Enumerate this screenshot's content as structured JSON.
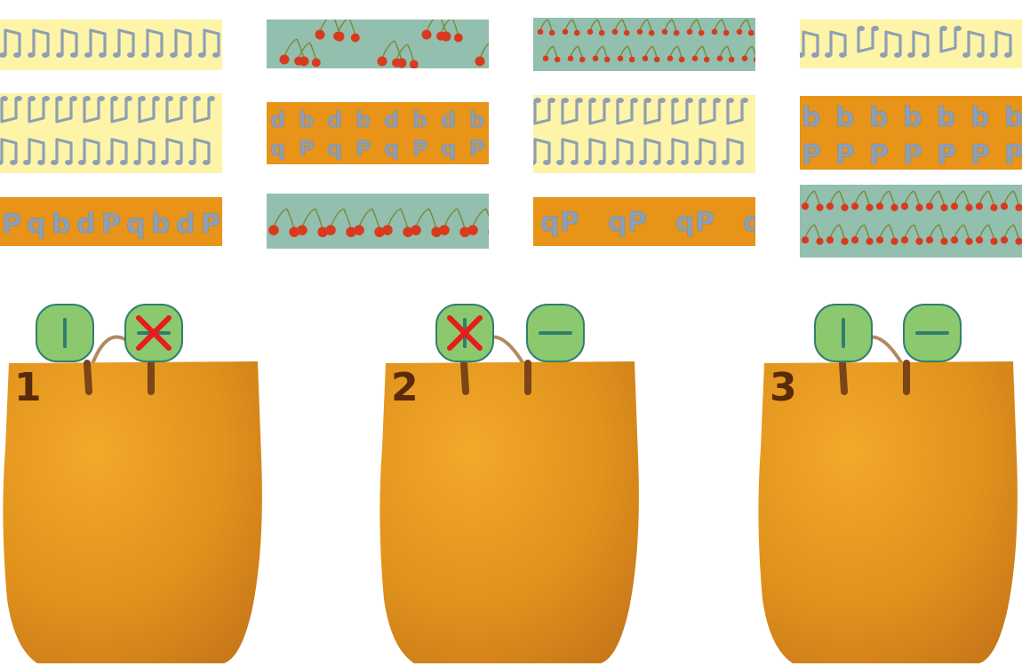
{
  "colors": {
    "cream": "#fdf4a8",
    "orange": "#e89419",
    "teal": "#92bfae",
    "glyph": "#8f9fb3",
    "cherry": "#d93a1e",
    "tag_fill": "#8cc96e",
    "tag_stroke": "#2f7f70",
    "mark_red": "#e81c1c",
    "bag": "#e3971e",
    "bag_number": "#5a2a0c"
  },
  "strips": [
    {
      "pattern": "music-notes-row",
      "background": "cream"
    },
    {
      "pattern": "cherries-sparse",
      "background": "teal"
    },
    {
      "pattern": "cherries-double-row",
      "background": "teal"
    },
    {
      "pattern": "music-notes-mixed-row",
      "background": "cream"
    },
    {
      "pattern": "music-notes-two-rows",
      "background": "cream"
    },
    {
      "pattern": "letters-b-d-over-p-q",
      "background": "orange"
    },
    {
      "pattern": "music-notes-two-rows",
      "background": "cream"
    },
    {
      "pattern": "letters-b-over-p",
      "background": "orange"
    },
    {
      "pattern": "letters-p-q-b-d",
      "background": "orange"
    },
    {
      "pattern": "cherries-row",
      "background": "teal"
    },
    {
      "pattern": "letters-q-p-pairs",
      "background": "orange"
    },
    {
      "pattern": "cherries-grid",
      "background": "teal"
    }
  ],
  "bags": [
    {
      "number": "1",
      "tags": [
        {
          "symbol": "vertical-line-icon",
          "crossed": false
        },
        {
          "symbol": "horizontal-line-icon",
          "crossed": true
        }
      ]
    },
    {
      "number": "2",
      "tags": [
        {
          "symbol": "vertical-line-icon",
          "crossed": true
        },
        {
          "symbol": "horizontal-line-icon",
          "crossed": false
        }
      ]
    },
    {
      "number": "3",
      "tags": [
        {
          "symbol": "vertical-line-icon",
          "crossed": false
        },
        {
          "symbol": "horizontal-line-icon",
          "crossed": false
        }
      ]
    }
  ]
}
